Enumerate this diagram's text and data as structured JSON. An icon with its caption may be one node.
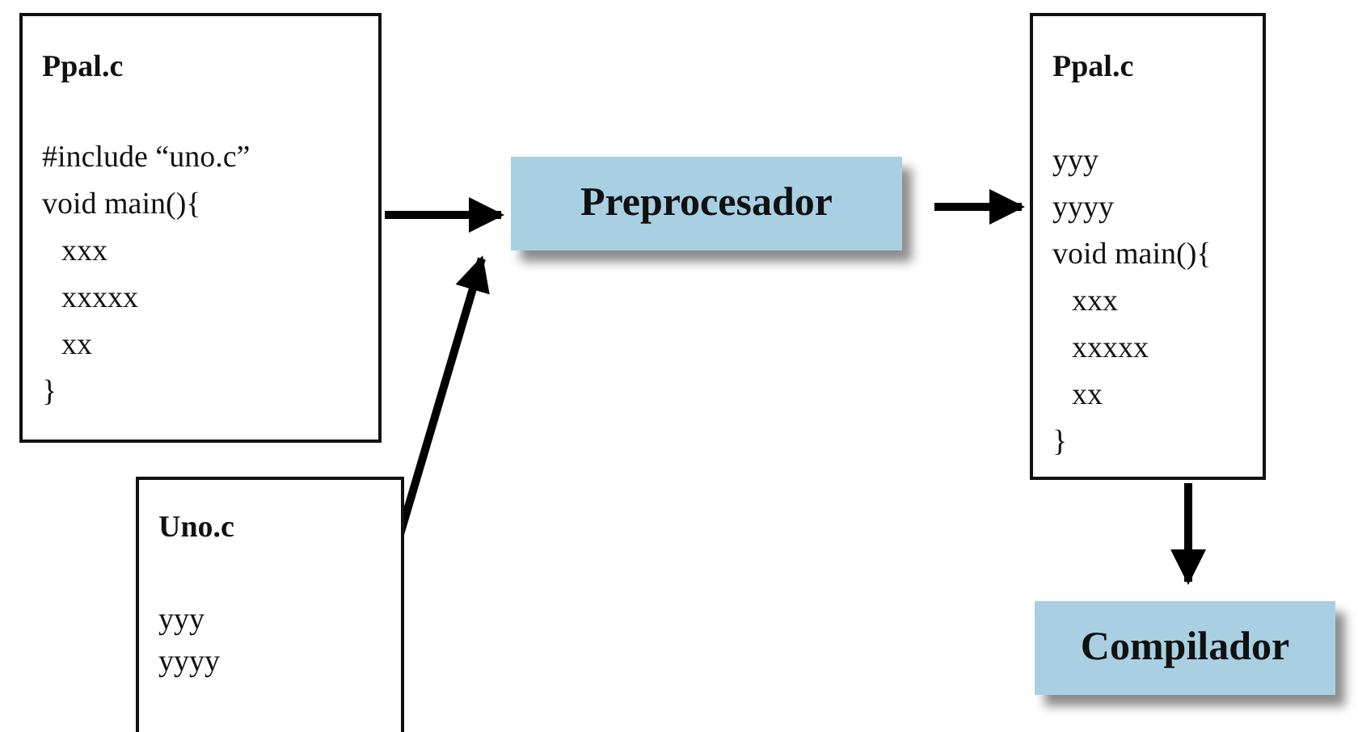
{
  "diagram": {
    "nodes": [
      {
        "text": [
          "Ppal.c",
          "#include “uno.c”",
          "void main(){",
          "xxx",
          "xxxxx",
          "xx",
          "}"
        ]
      },
      {
        "text": [
          "Uno.c",
          "yyy",
          "yyyy"
        ]
      },
      {
        "text": [
          "Preprocesador"
        ]
      },
      {
        "text": [
          "Ppal.c",
          "yyy",
          "yyyy",
          "void main(){",
          "xxx",
          "xxxxx",
          "xx",
          "}"
        ]
      },
      {
        "text": [
          "Compilador"
        ]
      }
    ],
    "edges": [
      {
        "from": 0,
        "to": 2,
        "arrow": "to"
      },
      {
        "from": 1,
        "to": 2,
        "arrow": "to"
      },
      {
        "from": 2,
        "to": 3,
        "arrow": "to"
      },
      {
        "from": 3,
        "to": 4,
        "arrow": "to"
      }
    ]
  }
}
